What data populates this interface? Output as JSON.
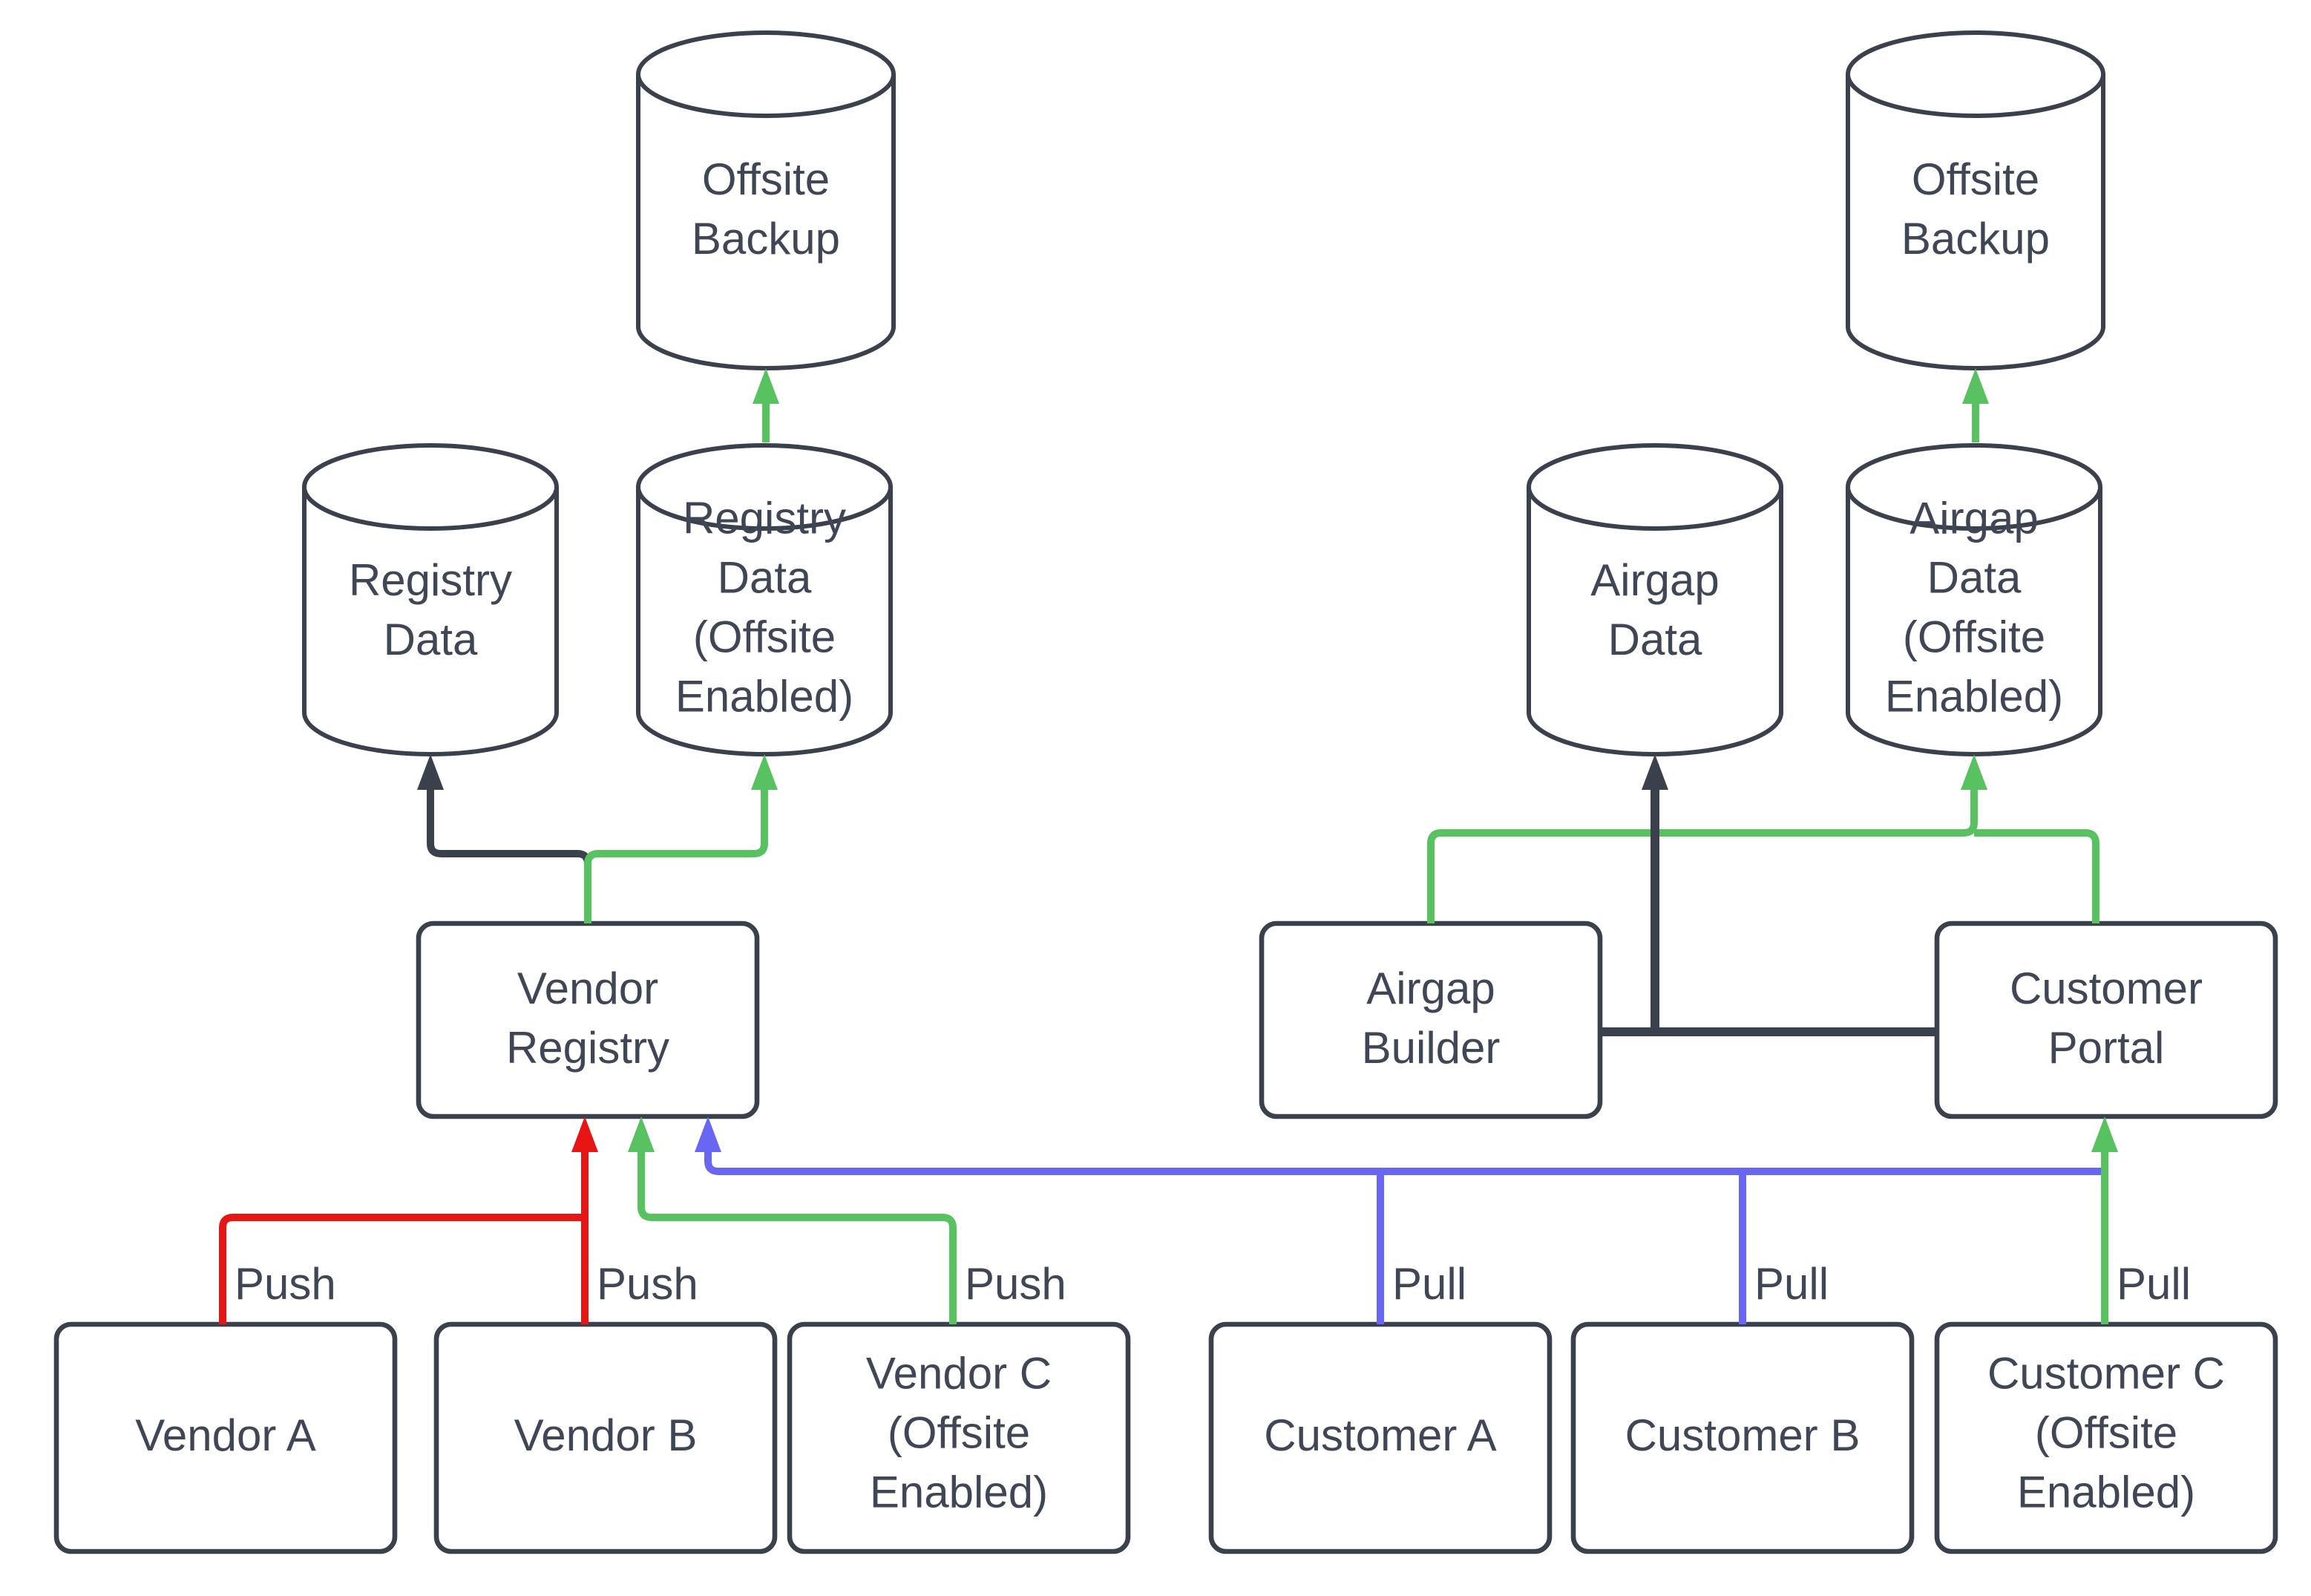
{
  "diagram_type": "flow-diagram",
  "colors": {
    "dark": "#3a414d",
    "green": "#58c160",
    "red": "#e81515",
    "blue": "#6866f2",
    "text": "#3f4656",
    "background": "#ffffff"
  },
  "nodes": {
    "offsite_backup_left": "Offsite Backup",
    "registry_data": "Registry Data",
    "registry_data_offsite": "Registry Data (Offsite Enabled)",
    "vendor_registry": "Vendor Registry",
    "vendor_a": "Vendor A",
    "vendor_b": "Vendor B",
    "vendor_c": "Vendor C (Offsite Enabled)",
    "offsite_backup_right": "Offsite Backup",
    "airgap_data": "Airgap Data",
    "airgap_data_offsite": "Airgap Data (Offsite Enabled)",
    "airgap_builder": "Airgap Builder",
    "customer_portal": "Customer Portal",
    "customer_a": "Customer A",
    "customer_b": "Customer B",
    "customer_c": "Customer C (Offsite Enabled)"
  },
  "edges": [
    {
      "from": "vendor-registry",
      "to": "registry-data",
      "color": "dark",
      "label": ""
    },
    {
      "from": "vendor-registry",
      "to": "registry-data-offsite",
      "color": "green",
      "label": ""
    },
    {
      "from": "registry-data-offsite",
      "to": "offsite-backup-left",
      "color": "green",
      "label": ""
    },
    {
      "from": "vendor-a",
      "to": "vendor-registry",
      "color": "red",
      "label": "Push"
    },
    {
      "from": "vendor-b",
      "to": "vendor-registry",
      "color": "red",
      "label": "Push"
    },
    {
      "from": "vendor-c",
      "to": "vendor-registry",
      "color": "green",
      "label": "Push"
    },
    {
      "from": "customer-a",
      "to": "vendor-registry",
      "color": "blue",
      "label": "Pull"
    },
    {
      "from": "customer-b",
      "to": "vendor-registry",
      "color": "blue",
      "label": "Pull"
    },
    {
      "from": "customer-c",
      "to": "customer-portal",
      "color": "green",
      "label": "Pull"
    },
    {
      "from": "airgap-builder",
      "to": "airgap-data-offsite",
      "color": "green",
      "label": ""
    },
    {
      "from": "customer-portal",
      "to": "airgap-data-offsite",
      "color": "green",
      "label": ""
    },
    {
      "from": "customer-portal",
      "to": "airgap-builder",
      "color": "dark",
      "label": ""
    },
    {
      "from": "airgap-builder",
      "to": "airgap-data",
      "color": "dark",
      "label": ""
    },
    {
      "from": "airgap-data-offsite",
      "to": "offsite-backup-right",
      "color": "green",
      "label": ""
    }
  ]
}
